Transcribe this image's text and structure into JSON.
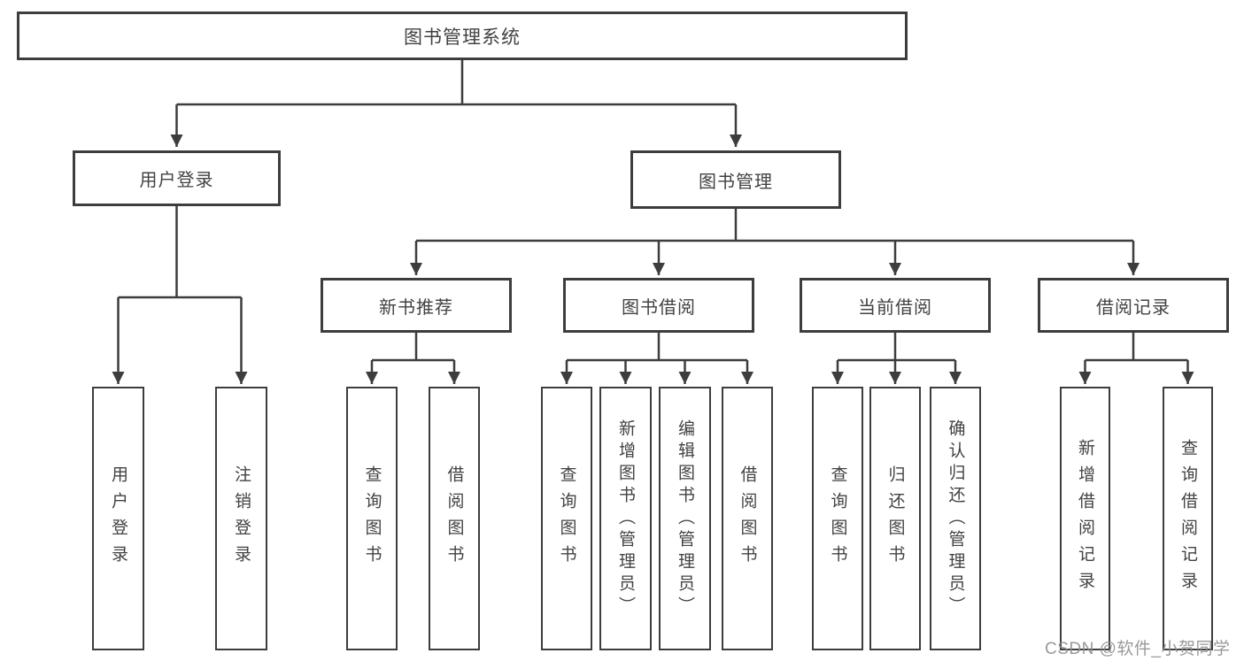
{
  "diagram": {
    "root": {
      "label": "图书管理系统"
    },
    "user": {
      "label": "用户登录",
      "children": [
        {
          "label": "用户登录"
        },
        {
          "label": "注销登录"
        }
      ]
    },
    "book": {
      "label": "图书管理",
      "children": [
        {
          "label": "新书推荐",
          "children": [
            {
              "label": "查询图书"
            },
            {
              "label": "借阅图书"
            }
          ]
        },
        {
          "label": "图书借阅",
          "children": [
            {
              "label": "查询图书"
            },
            {
              "label": "新增图书（管理员）"
            },
            {
              "label": "编辑图书（管理员）"
            },
            {
              "label": "借阅图书"
            }
          ]
        },
        {
          "label": "当前借阅",
          "children": [
            {
              "label": "查询图书"
            },
            {
              "label": "归还图书"
            },
            {
              "label": "确认归还（管理员）"
            }
          ]
        },
        {
          "label": "借阅记录",
          "children": [
            {
              "label": "新增借阅记录"
            },
            {
              "label": "查询借阅记录"
            }
          ]
        }
      ]
    }
  },
  "watermark": {
    "text": "CSDN @软件_小贺同学"
  },
  "colors": {
    "line": "#3d3d3d",
    "box_border": "#3d3d3d",
    "box_fill": "#ffffff",
    "text": "#424242",
    "watermark": "#8f8f8f",
    "background": "#ffffff"
  }
}
